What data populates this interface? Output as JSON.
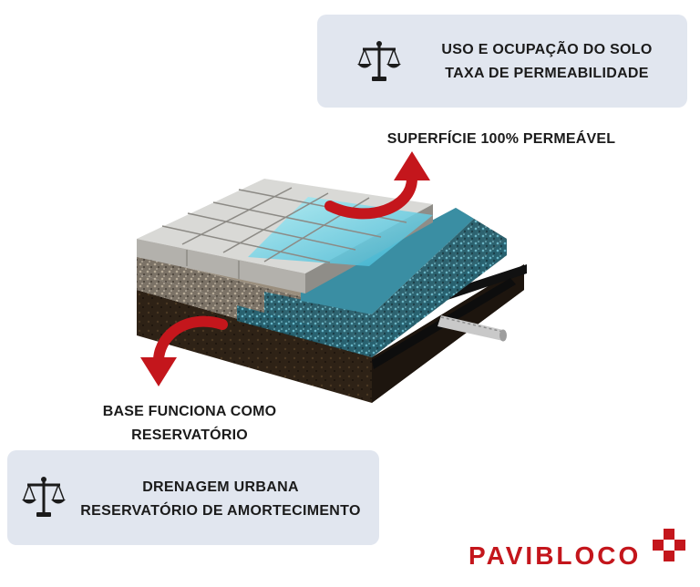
{
  "panels": {
    "top": {
      "line1": "USO E OCUPAÇÃO DO SOLO",
      "line2": "TAXA DE PERMEABILIDADE",
      "icon": "scale-of-justice-icon"
    },
    "bottom": {
      "line1": "DRENAGEM URBANA",
      "line2": "RESERVATÓRIO DE AMORTECIMENTO",
      "icon": "scale-of-justice-icon"
    }
  },
  "callouts": {
    "surface": "SUPERFÍCIE 100% PERMEÁVEL",
    "base_line1": "BASE FUNCIONA COMO",
    "base_line2": "RESERVATÓRIO"
  },
  "logo": {
    "text": "PAVIBLOCO"
  },
  "colors": {
    "accent_red": "#c4161c",
    "panel_bg": "#e1e6ef",
    "water_cyan": "#4fc3d9",
    "text_dark": "#1b1b1b"
  }
}
